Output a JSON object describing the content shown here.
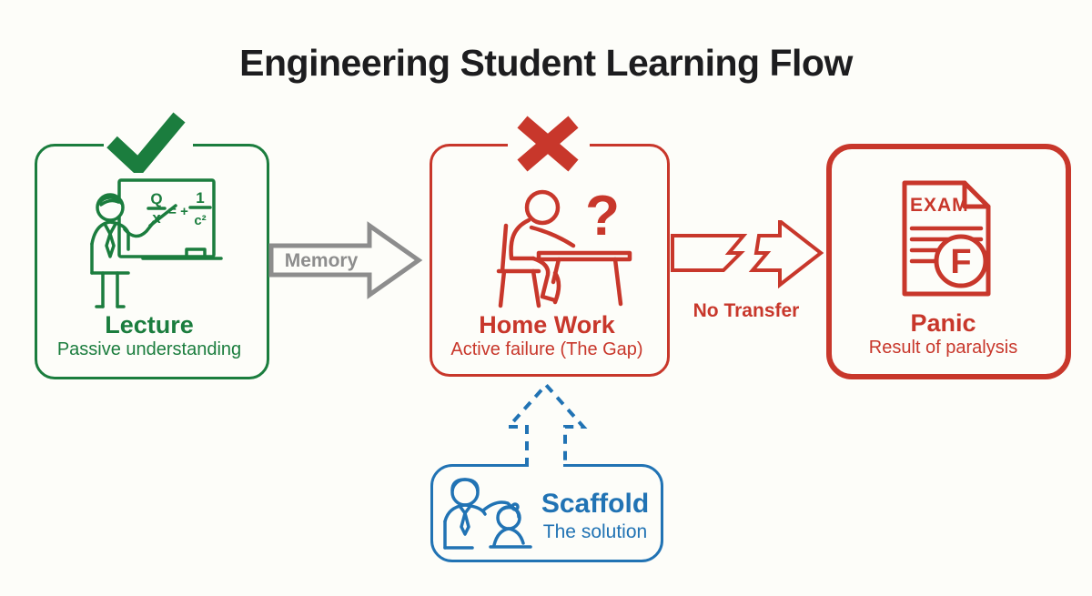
{
  "title": "Engineering Student Learning Flow",
  "colors": {
    "green": "#1b7d3e",
    "red": "#c8372b",
    "blue": "#2173b4",
    "gray": "#8d8d8d",
    "heading": "#1d1d1f",
    "background": "#fdfdf9"
  },
  "nodes": {
    "lecture": {
      "label": "Lecture",
      "sublabel": "Passive understanding",
      "status_icon": "checkmark-icon",
      "icon": "teacher-blackboard-icon",
      "formula": {
        "numerator": "Q",
        "denominator": "x",
        "operator": "= +",
        "numerator2": "1",
        "denominator2": "c²"
      }
    },
    "homework": {
      "label": "Home Work",
      "sublabel": "Active failure (The Gap)",
      "status_icon": "x-mark-icon",
      "icon": "student-desk-icon",
      "question_mark": "?"
    },
    "panic": {
      "label": "Panic",
      "sublabel": "Result of paralysis",
      "icon": "exam-paper-icon",
      "document_title": "EXAM",
      "grade": "F"
    },
    "scaffold": {
      "label": "Scaffold",
      "sublabel": "The solution",
      "icon": "mentor-student-icon"
    }
  },
  "arrows": {
    "memory": {
      "label": "Memory",
      "style": "solid-gray-outline"
    },
    "no_transfer": {
      "label": "No Transfer",
      "style": "broken-red-outline"
    },
    "scaffold_support": {
      "label": "",
      "style": "dashed-blue-up"
    }
  }
}
